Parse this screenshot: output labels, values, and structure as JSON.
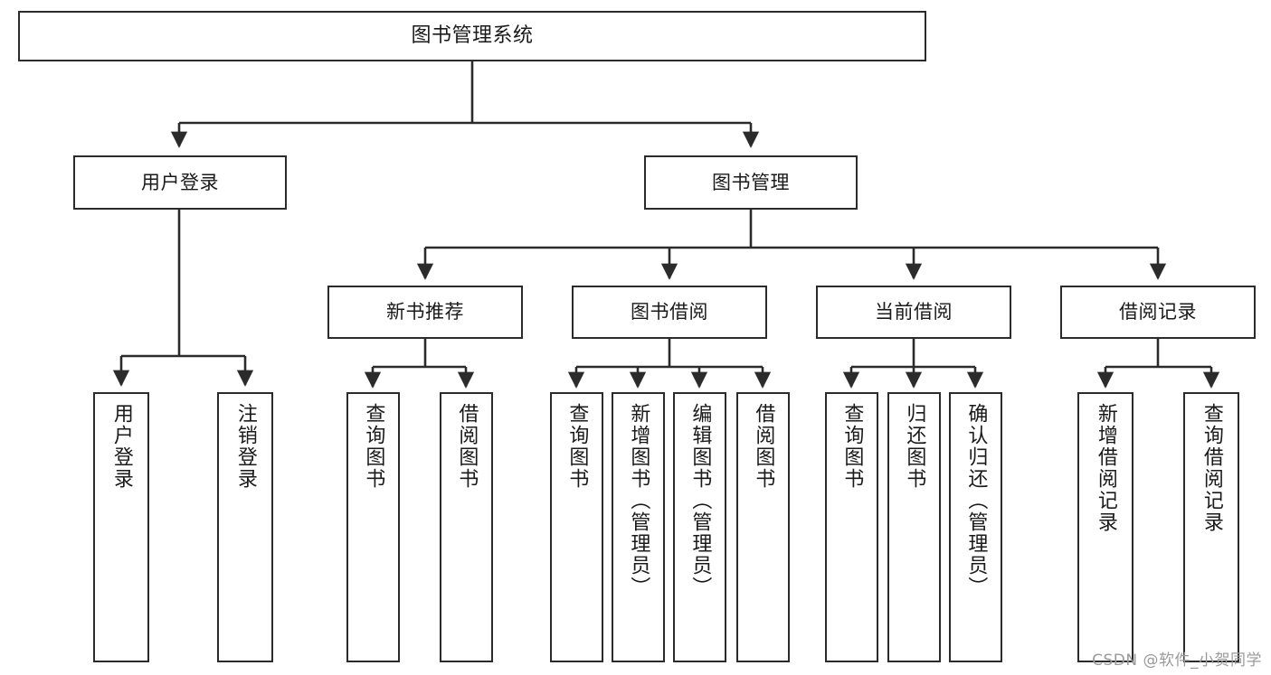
{
  "diagram": {
    "title": "图书管理系统",
    "type": "tree-hierarchy",
    "watermark": "CSDN @软件_小贺同学",
    "colors": {
      "stroke": "#2b2b2b",
      "fill": "#ffffff",
      "text": "#1a1a1a",
      "watermark": "#9a9a9a"
    },
    "levels": {
      "level1": [
        {
          "id": "root",
          "label": "图书管理系统"
        }
      ],
      "level2": [
        {
          "id": "login",
          "label": "用户登录",
          "parent": "root"
        },
        {
          "id": "bookmgr",
          "label": "图书管理",
          "parent": "root"
        }
      ],
      "level3": [
        {
          "id": "newbook",
          "label": "新书推荐",
          "parent": "bookmgr"
        },
        {
          "id": "borrow",
          "label": "图书借阅",
          "parent": "bookmgr"
        },
        {
          "id": "current",
          "label": "当前借阅",
          "parent": "bookmgr"
        },
        {
          "id": "record",
          "label": "借阅记录",
          "parent": "bookmgr"
        }
      ],
      "leaves": [
        {
          "id": "leaf-1",
          "label": "用户登录",
          "parent": "login"
        },
        {
          "id": "leaf-2",
          "label": "注销登录",
          "parent": "login"
        },
        {
          "id": "leaf-3",
          "label": "查询图书",
          "parent": "newbook"
        },
        {
          "id": "leaf-4",
          "label": "借阅图书",
          "parent": "newbook"
        },
        {
          "id": "leaf-5",
          "label": "查询图书",
          "parent": "borrow"
        },
        {
          "id": "leaf-6",
          "label": "新增图书（管理员）",
          "parent": "borrow"
        },
        {
          "id": "leaf-7",
          "label": "编辑图书（管理员）",
          "parent": "borrow"
        },
        {
          "id": "leaf-8",
          "label": "借阅图书",
          "parent": "borrow"
        },
        {
          "id": "leaf-9",
          "label": "查询图书",
          "parent": "current"
        },
        {
          "id": "leaf-10",
          "label": "归还图书",
          "parent": "current"
        },
        {
          "id": "leaf-11",
          "label": "确认归还（管理员）",
          "parent": "current"
        },
        {
          "id": "leaf-12",
          "label": "新增借阅记录",
          "parent": "record"
        },
        {
          "id": "leaf-13",
          "label": "查询借阅记录",
          "parent": "record"
        }
      ]
    }
  }
}
